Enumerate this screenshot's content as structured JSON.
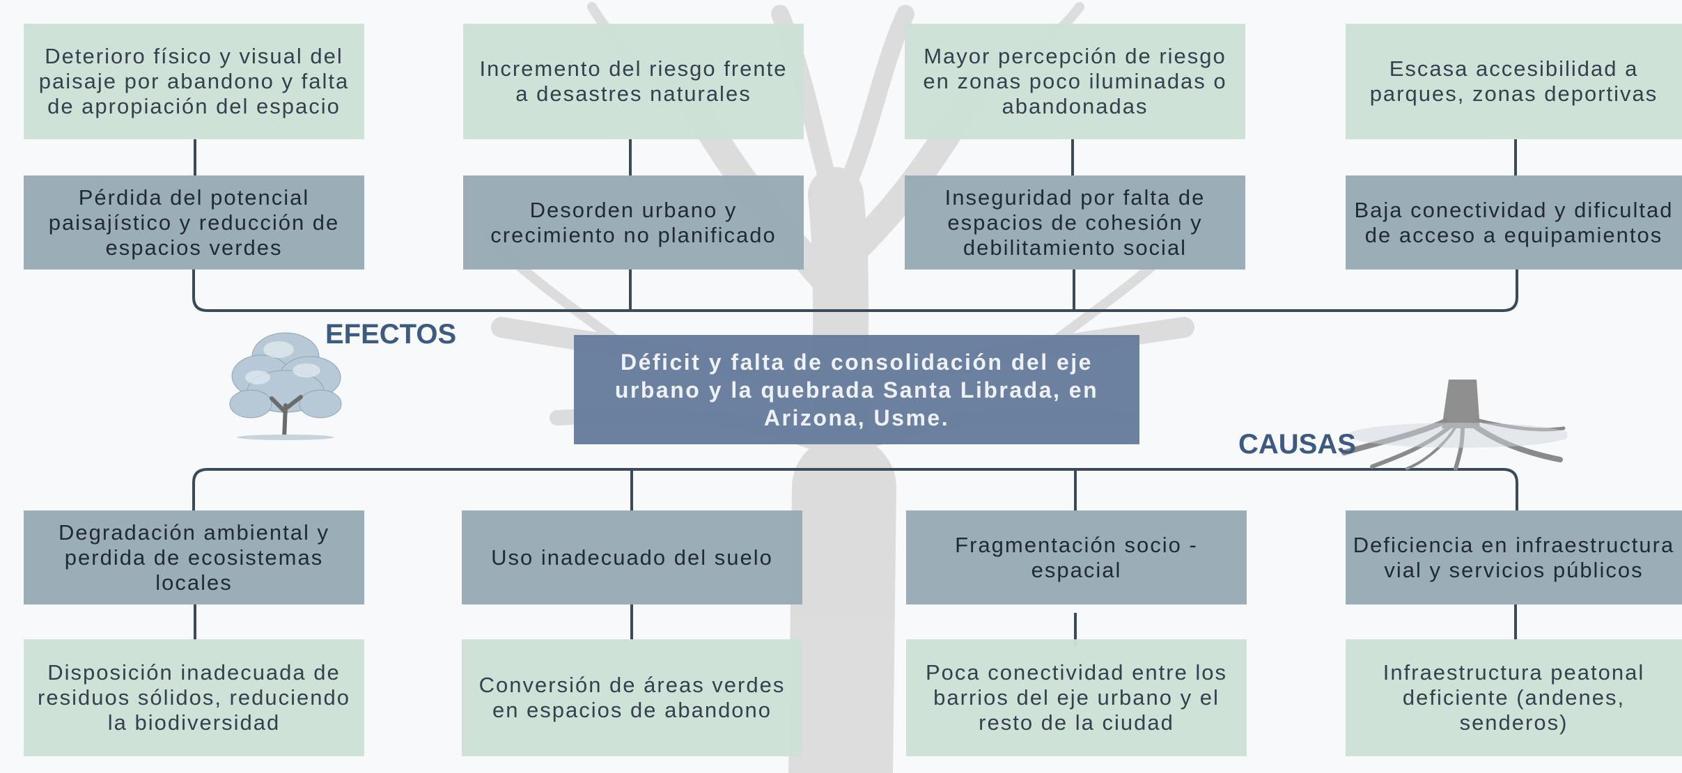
{
  "center_problem": "Déficit y falta de consolidación del eje urbano y la quebrada Santa Librada, en Arizona, Usme.",
  "labels": {
    "effects": "EFECTOS",
    "causes": "CAUSAS"
  },
  "effects": {
    "indirect": [
      "Deterioro físico y visual del paisaje por abandono y falta de apropiación del espacio",
      "Incremento del riesgo frente a desastres naturales",
      "Mayor percepción de riesgo en zonas poco iluminadas o abandonadas",
      "Escasa accesibilidad a parques, zonas deportivas"
    ],
    "direct": [
      "Pérdida del potencial paisajístico y reducción de espacios verdes",
      "Desorden urbano y crecimiento no planificado",
      "Inseguridad por falta de espacios de cohesión y debilitamiento social",
      "Baja conectividad y dificultad de acceso a equipamientos"
    ]
  },
  "causes": {
    "direct": [
      "Degradación ambiental y perdida de ecosistemas locales",
      "Uso inadecuado del suelo",
      "Fragmentación socio - espacial",
      "Deficiencia en infraestructura vial y servicios públicos"
    ],
    "indirect": [
      "Disposición inadecuada de residuos sólidos, reduciendo la biodiversidad",
      "Conversión de áreas verdes en espacios de abandono",
      "Poca conectividad entre los barrios del eje urbano y el resto de la ciudad",
      "Infraestructura peatonal deficiente (andenes, senderos)"
    ]
  },
  "colors": {
    "light_box": "#cce1d6",
    "dark_box": "#98aab4",
    "center_box": "#647a9b",
    "connector": "#3a4a58",
    "label": "#3d5a80"
  },
  "icons": [
    "tree-canopy-icon",
    "tree-roots-icon",
    "background-tree-watermark"
  ]
}
